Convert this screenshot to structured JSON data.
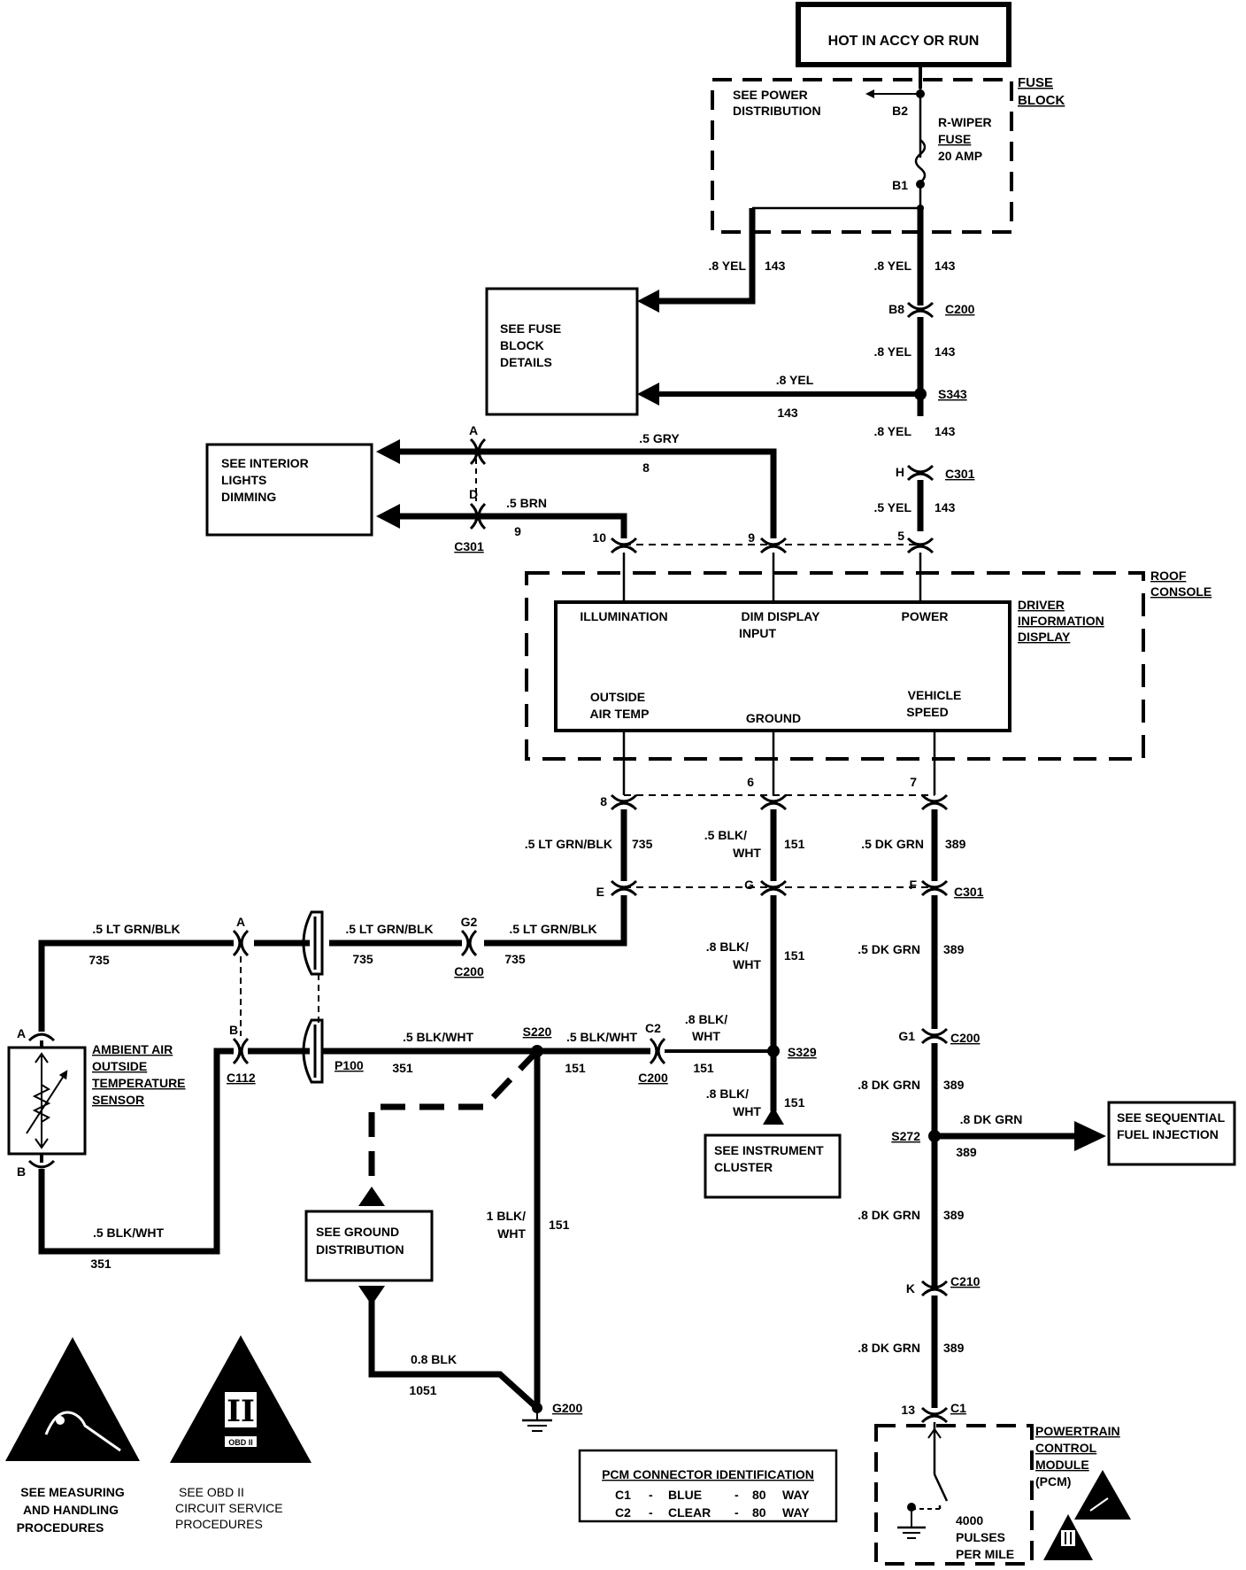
{
  "power": {
    "label": "HOT IN ACCY OR RUN"
  },
  "fuse_block": {
    "title_line1": "FUSE",
    "title_line2": "BLOCK",
    "see_line1": "SEE POWER",
    "see_line2": "DISTRIBUTION",
    "pin_b2": "B2",
    "pin_b1": "B1",
    "fuse_line1": "R-WIPER",
    "fuse_line2": "FUSE",
    "fuse_line3": "20 AMP"
  },
  "fuse_details": {
    "line1": "SEE FUSE",
    "line2": "BLOCK",
    "line3": "DETAILS"
  },
  "interior_lights": {
    "line1": "SEE INTERIOR",
    "line2": "LIGHTS",
    "line3": "DIMMING"
  },
  "roof_console": {
    "line1": "ROOF",
    "line2": "CONSOLE"
  },
  "dic": {
    "title_line1": "DRIVER",
    "title_line2": "INFORMATION",
    "title_line3": "DISPLAY",
    "illumination": "ILLUMINATION",
    "dim_line1": "DIM DISPLAY",
    "dim_line2": "INPUT",
    "power": "POWER",
    "oat_line1": "OUTSIDE",
    "oat_line2": "AIR TEMP",
    "ground": "GROUND",
    "vs_line1": "VEHICLE",
    "vs_line2": "SPEED"
  },
  "sensor": {
    "line1": "AMBIENT AIR",
    "line2": "OUTSIDE",
    "line3": "TEMPERATURE",
    "line4": "SENSOR",
    "pin_a": "A",
    "pin_b": "B"
  },
  "ground_dist": {
    "line1": "SEE GROUND",
    "line2": "DISTRIBUTION"
  },
  "instrument": {
    "line1": "SEE INSTRUMENT",
    "line2": "CLUSTER"
  },
  "sfi": {
    "line1": "SEE SEQUENTIAL",
    "line2": "FUEL INJECTION"
  },
  "pcm": {
    "line1": "POWERTRAIN",
    "line2": "CONTROL",
    "line3": "MODULE",
    "line4": "(PCM)",
    "pulses_line1": "4000",
    "pulses_line2": "PULSES",
    "pulses_line3": "PER MILE"
  },
  "pcm_id": {
    "title": "PCM CONNECTOR IDENTIFICATION",
    "rows": [
      {
        "conn": "C1",
        "dash": "-",
        "color": "BLUE",
        "dash2": "-",
        "pins": "80",
        "way": "WAY"
      },
      {
        "conn": "C2",
        "dash": "-",
        "color": "CLEAR",
        "dash2": "-",
        "pins": "80",
        "way": "WAY"
      }
    ]
  },
  "esd": {
    "line1": "SEE MEASURING",
    "line2": "AND HANDLING",
    "line3": "PROCEDURES"
  },
  "obd": {
    "line1": "SEE OBD II",
    "line2": "CIRCUIT SERVICE",
    "line3": "PROCEDURES",
    "mark": "II",
    "tag": "OBD II"
  },
  "connectors": {
    "c200": "C200",
    "c301": "C301",
    "c112": "C112",
    "p100": "P100",
    "c210": "C210",
    "c1": "C1",
    "s343": "S343",
    "s220": "S220",
    "s329": "S329",
    "s272": "S272",
    "g200": "G200"
  },
  "pins": {
    "b8": "B8",
    "h": "H",
    "a": "A",
    "d": "D",
    "p10": "10",
    "p9": "9",
    "p5": "5",
    "p8": "8",
    "p6": "6",
    "p7": "7",
    "e": "E",
    "g": "G",
    "f": "F",
    "g2": "G2",
    "g1": "G1",
    "k": "K",
    "p13": "13",
    "c2pin": "C2",
    "sensA": "A",
    "sensB": "B"
  },
  "wires": {
    "yel8": ".8 YEL",
    "yel5": ".5 YEL",
    "c143": "143",
    "gry5": ".5 GRY",
    "c8": "8",
    "brn5": ".5 BRN",
    "c9": "9",
    "ltgrn5": ".5 LT GRN/BLK",
    "c735": "735",
    "blkwht5_a": ".5 BLK/",
    "blkwht_b": "WHT",
    "c151": "151",
    "blkwht8_a": ".8 BLK/",
    "blkwht5": ".5 BLK/WHT",
    "c351": "351",
    "blkwht1_a": "1 BLK/",
    "dkgrn5": ".5 DK GRN",
    "dkgrn8": ".8 DK GRN",
    "c389": "389",
    "blk08": "0.8 BLK",
    "c1051": "1051"
  }
}
